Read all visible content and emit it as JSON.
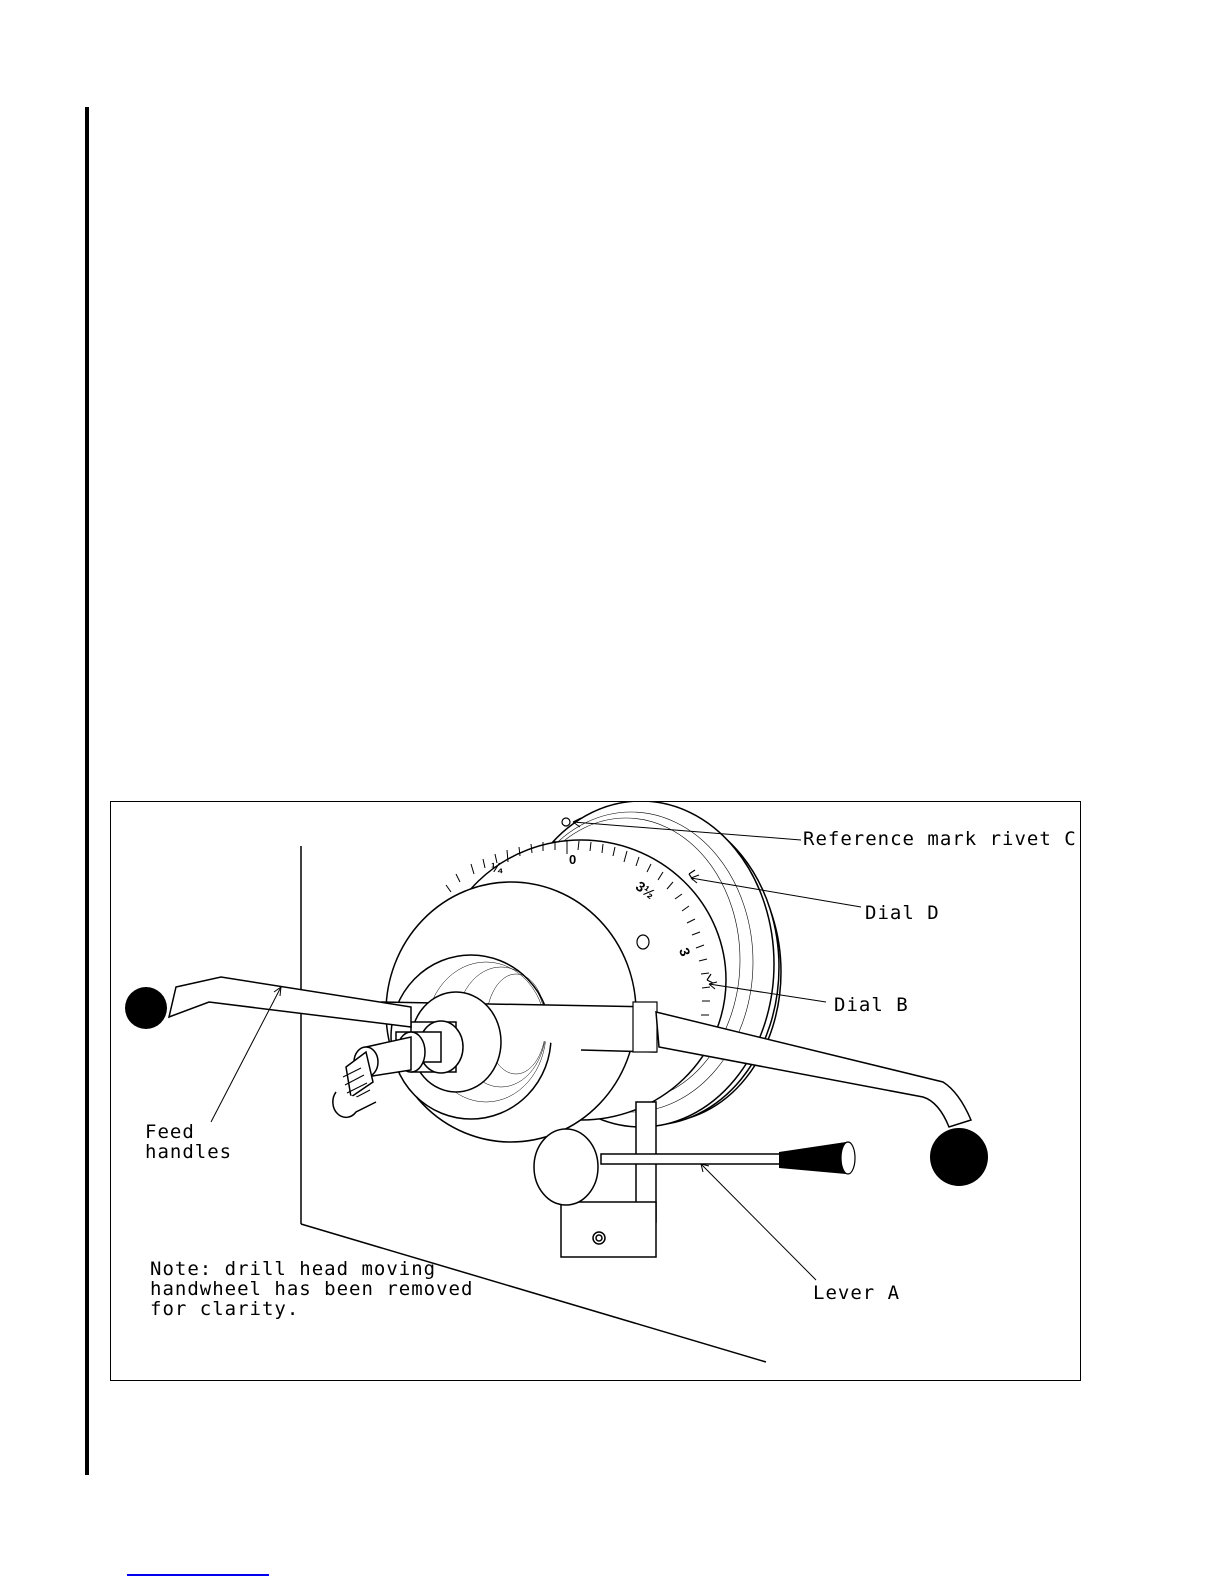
{
  "figure": {
    "labels": {
      "reference_mark": "Reference mark rivet C",
      "dial_d": "Dial D",
      "dial_b": "Dial B",
      "feed_handles_line1": "Feed",
      "feed_handles_line2": "handles",
      "lever_a": "Lever A",
      "note_line1": "Note: drill head moving",
      "note_line2": "handwheel has been removed",
      "note_line3": "for clarity."
    },
    "dial_markings": {
      "zero": "0",
      "quarter": "¼",
      "three_half": "3½",
      "three": "3"
    }
  }
}
